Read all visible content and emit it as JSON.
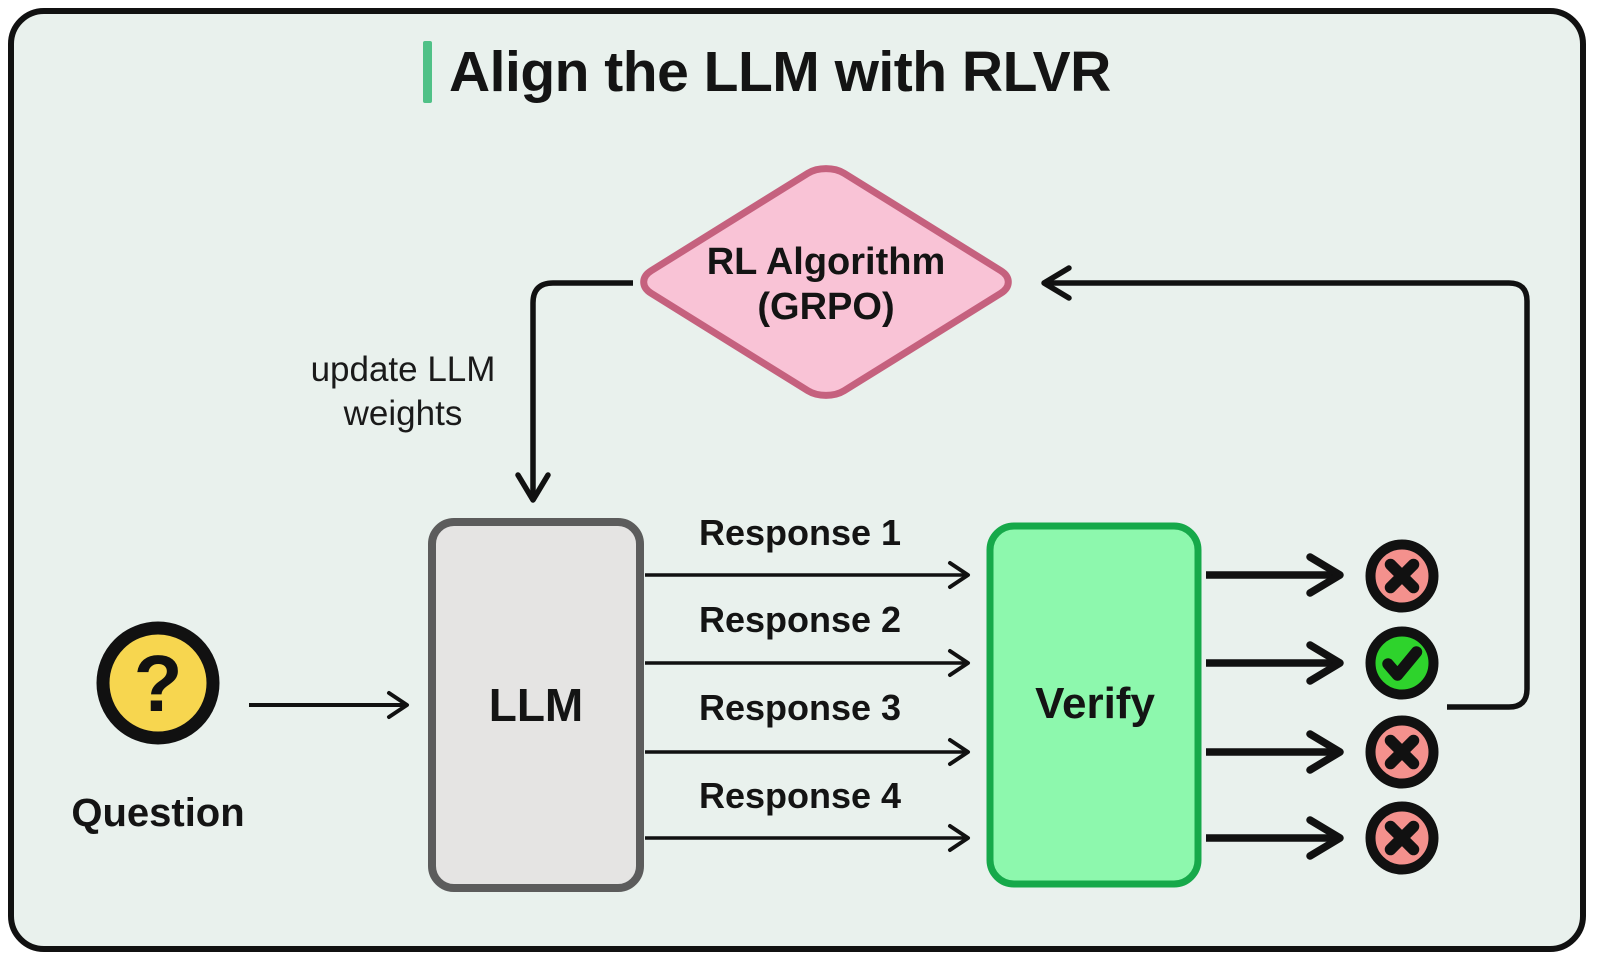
{
  "frame": {
    "background": "#e9f1ed",
    "border": "#111111"
  },
  "title": {
    "text": "Align the LLM with RLVR",
    "accent_color": "#50c187"
  },
  "diagram": {
    "rl_node": {
      "line1": "RL Algorithm",
      "line2": "(GRPO)",
      "fill": "#f9c3d6",
      "border": "#c5617e"
    },
    "update_edge": {
      "line1": "update LLM",
      "line2": "weights"
    },
    "llm_node": {
      "label": "LLM",
      "fill": "#e5e4e3",
      "border": "#5c5c5c"
    },
    "question_node": {
      "label": "Question",
      "mark": "?",
      "fill": "#f7d64f",
      "border": "#111111"
    },
    "verify_node": {
      "label": "Verify",
      "fill": "#8df8ad",
      "border": "#16a94a"
    },
    "responses": [
      {
        "label": "Response 1"
      },
      {
        "label": "Response 2"
      },
      {
        "label": "Response 3"
      },
      {
        "label": "Response 4"
      }
    ],
    "results": [
      {
        "type": "cross",
        "meaning": "incorrect",
        "color": "#f4918d"
      },
      {
        "type": "check",
        "meaning": "correct",
        "color": "#2ed32c"
      },
      {
        "type": "cross",
        "meaning": "incorrect",
        "color": "#f4918d"
      },
      {
        "type": "cross",
        "meaning": "incorrect",
        "color": "#f4918d"
      }
    ],
    "line_color": "#111111"
  }
}
